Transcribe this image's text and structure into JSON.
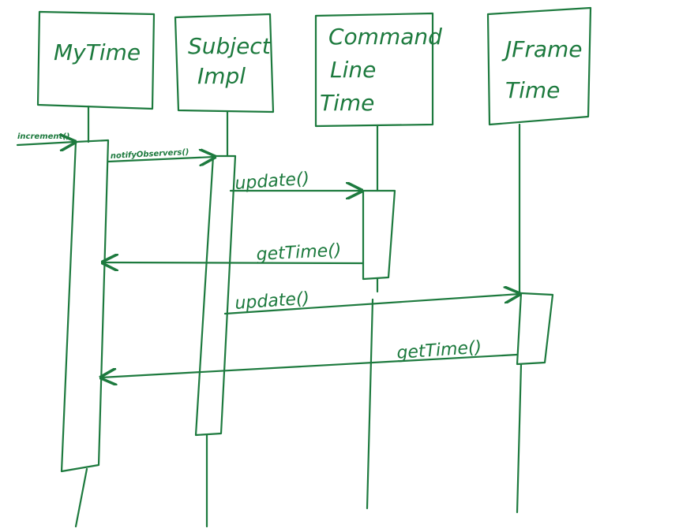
{
  "colors": {
    "ink": "#1d7a3e",
    "background": "#ffffff"
  },
  "objects": [
    {
      "id": "mytime",
      "lines": [
        "MyTime"
      ]
    },
    {
      "id": "subjectimpl",
      "lines": [
        "Subject",
        "Impl"
      ]
    },
    {
      "id": "commandlinetime",
      "lines": [
        "Command",
        "Line",
        "Time"
      ]
    },
    {
      "id": "jframetime",
      "lines": [
        "JFrame",
        "Time"
      ]
    }
  ],
  "messages": [
    {
      "label": "increment()"
    },
    {
      "label": "notifyObservers()"
    },
    {
      "label": "update()"
    },
    {
      "label": "getTime()"
    },
    {
      "label": "update()"
    },
    {
      "label": "getTime()"
    }
  ]
}
